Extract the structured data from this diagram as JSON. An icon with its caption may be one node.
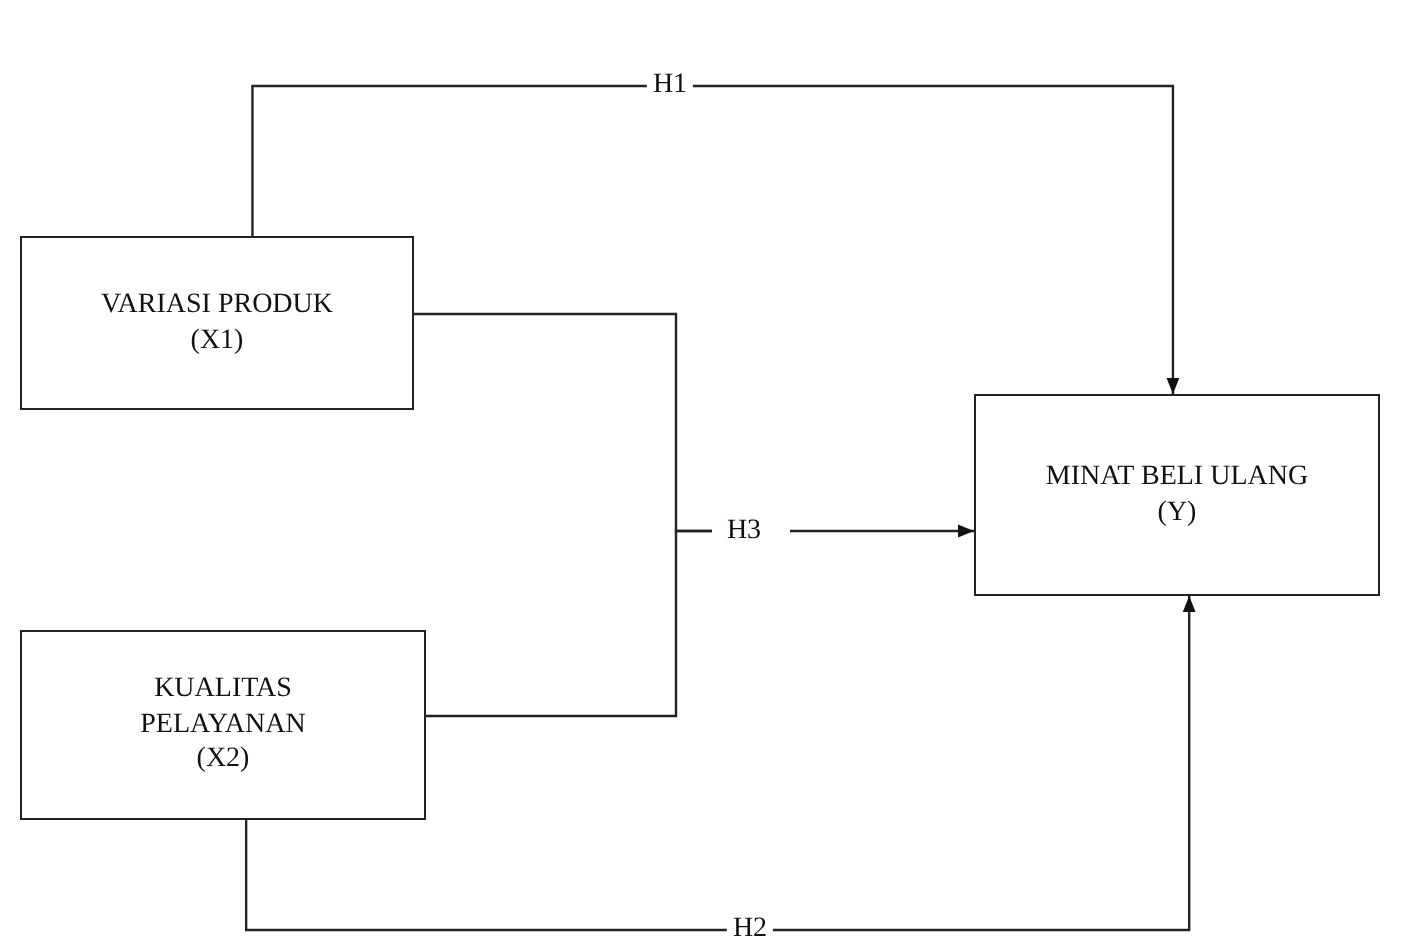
{
  "diagram": {
    "nodes": [
      {
        "text": [
          "VARIASI PRODUK",
          "(X1)"
        ]
      },
      {
        "text": [
          "MINAT BELI ULANG",
          "(Y)"
        ]
      },
      {
        "text": [
          "H3"
        ]
      },
      {
        "text": [
          "KUALITAS PELAYANAN",
          "(X2)"
        ]
      }
    ],
    "edges": [
      {
        "from": 0,
        "to": 1,
        "arrow": "to",
        "label": "H1"
      },
      {
        "from": 0,
        "to": 2,
        "arrow": "none"
      },
      {
        "from": 3,
        "to": 2,
        "arrow": "none"
      },
      {
        "from": 2,
        "to": 1,
        "arrow": "to"
      },
      {
        "from": 3,
        "to": 1,
        "arrow": "to",
        "label": "H2"
      }
    ]
  }
}
